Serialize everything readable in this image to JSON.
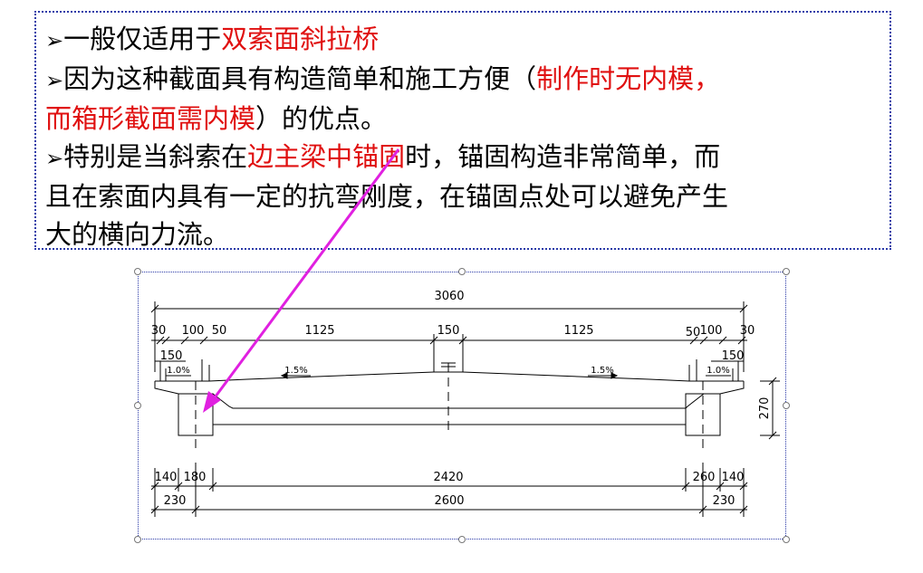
{
  "slide": {
    "bullet_glyph": "➢",
    "paragraphs": [
      [
        {
          "text": "一般仅适用于",
          "red": false
        },
        {
          "text": "双索面斜拉桥",
          "red": true
        }
      ],
      [
        {
          "text": "因为这种截面具有构造简单和施工方便（",
          "red": false
        },
        {
          "text": "制作时无内模，",
          "red": true
        }
      ],
      [
        {
          "text": "而箱形截面需内模",
          "red": true
        },
        {
          "text": "）的优点。",
          "red": false
        }
      ],
      [
        {
          "text": "特别是当斜索在",
          "red": false
        },
        {
          "text": "边主梁中锚固",
          "red": true
        },
        {
          "text": "时，锚固构造非常简单，而",
          "red": false
        }
      ],
      [
        {
          "text": "且在索面内具有一定的抗弯刚度，在锚固点处可以避免产生",
          "red": false
        }
      ],
      [
        {
          "text": "大的横向力流。",
          "red": false
        }
      ]
    ],
    "bullet_lines": [
      0,
      1,
      3
    ],
    "colors": {
      "text": "#000000",
      "highlight": "#e01010",
      "arrow": "#e020e0",
      "frame": "#2b3aa8"
    }
  },
  "drawing": {
    "total_width": "3060",
    "top_dims": [
      "30",
      "100",
      "50",
      "1125",
      "150",
      "1125",
      "50",
      "100",
      "30"
    ],
    "side_dim_left": "150",
    "side_dim_right": "150",
    "slope_edge_left": "1.0%",
    "slope_left": "1.5%",
    "slope_right": "1.5%",
    "slope_edge_right": "1.0%",
    "height_dim": "270",
    "bottom_row1": [
      "140",
      "180",
      "2420",
      "260",
      "140"
    ],
    "bottom_row2": [
      "230",
      "2600",
      "230"
    ]
  }
}
